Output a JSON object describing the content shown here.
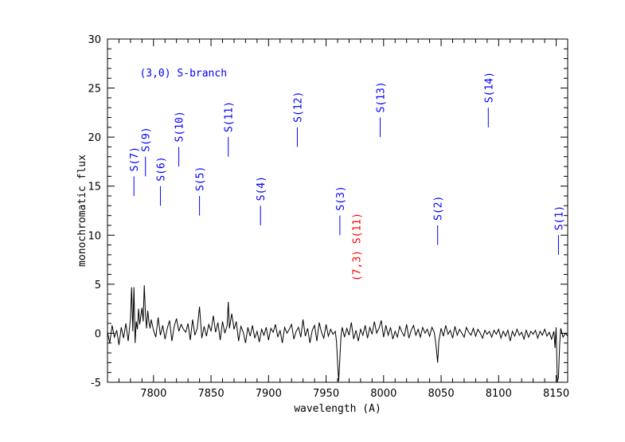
{
  "chart_data": {
    "type": "line",
    "title": "(3,0) S-branch",
    "xlabel": "wavelength (A)",
    "ylabel": "monochromatic flux",
    "xlim": [
      7760,
      8160
    ],
    "ylim": [
      -5,
      30
    ],
    "xticks": [
      7800,
      7850,
      7900,
      7950,
      8000,
      8050,
      8100,
      8150
    ],
    "yticks": [
      -5,
      0,
      5,
      10,
      15,
      20,
      25,
      30
    ],
    "colors": {
      "spectrum": "#000000",
      "primary_markers": "#0000ff",
      "secondary_markers": "#ff0000",
      "title": "#0000ff"
    },
    "line_markers": [
      {
        "label": "S(7)",
        "x": 7783,
        "y_bottom": 14,
        "y_top": 16
      },
      {
        "label": "S(9)",
        "x": 7793,
        "y_bottom": 16,
        "y_top": 18
      },
      {
        "label": "S(6)",
        "x": 7806,
        "y_bottom": 13,
        "y_top": 15
      },
      {
        "label": "S(10)",
        "x": 7822,
        "y_bottom": 17,
        "y_top": 19
      },
      {
        "label": "S(5)",
        "x": 7840,
        "y_bottom": 12,
        "y_top": 14
      },
      {
        "label": "S(11)",
        "x": 7865,
        "y_bottom": 18,
        "y_top": 20
      },
      {
        "label": "S(4)",
        "x": 7893,
        "y_bottom": 11,
        "y_top": 13
      },
      {
        "label": "S(12)",
        "x": 7925,
        "y_bottom": 19,
        "y_top": 21
      },
      {
        "label": "S(3)",
        "x": 7962,
        "y_bottom": 10,
        "y_top": 12
      },
      {
        "label": "S(13)",
        "x": 7997,
        "y_bottom": 20,
        "y_top": 22
      },
      {
        "label": "S(2)",
        "x": 8047,
        "y_bottom": 9,
        "y_top": 11
      },
      {
        "label": "S(14)",
        "x": 8091,
        "y_bottom": 21,
        "y_top": 23
      },
      {
        "label": "S(1)",
        "x": 8152,
        "y_bottom": 8,
        "y_top": 10
      }
    ],
    "secondary_label": {
      "label": "(7,3) S(11)",
      "x": 7981
    },
    "spectrum_points": [
      [
        7760,
        0.1
      ],
      [
        7762,
        -1.0
      ],
      [
        7764,
        0.8
      ],
      [
        7766,
        -0.4
      ],
      [
        7768,
        0.3
      ],
      [
        7770,
        -1.2
      ],
      [
        7772,
        0.6
      ],
      [
        7774,
        -0.5
      ],
      [
        7776,
        1.0
      ],
      [
        7778,
        -0.8
      ],
      [
        7780,
        1.5
      ],
      [
        7781,
        4.7
      ],
      [
        7782,
        0.2
      ],
      [
        7783,
        4.7
      ],
      [
        7784,
        -1.0
      ],
      [
        7785,
        1.2
      ],
      [
        7786,
        0.4
      ],
      [
        7787,
        2.5
      ],
      [
        7788,
        0.9
      ],
      [
        7789,
        1.8
      ],
      [
        7790,
        2.6
      ],
      [
        7791,
        1.2
      ],
      [
        7792,
        4.9
      ],
      [
        7793,
        2.0
      ],
      [
        7794,
        0.5
      ],
      [
        7795,
        2.3
      ],
      [
        7796,
        1.2
      ],
      [
        7797,
        0.5
      ],
      [
        7798,
        1.4
      ],
      [
        7800,
        0.3
      ],
      [
        7802,
        -0.4
      ],
      [
        7804,
        1.6
      ],
      [
        7806,
        -0.2
      ],
      [
        7808,
        0.8
      ],
      [
        7810,
        -0.6
      ],
      [
        7812,
        0.5
      ],
      [
        7814,
        1.3
      ],
      [
        7816,
        -0.8
      ],
      [
        7818,
        0.7
      ],
      [
        7820,
        1.5
      ],
      [
        7822,
        0.2
      ],
      [
        7824,
        0.9
      ],
      [
        7826,
        0.4
      ],
      [
        7828,
        0.1
      ],
      [
        7830,
        1.0
      ],
      [
        7832,
        -0.7
      ],
      [
        7834,
        1.4
      ],
      [
        7836,
        -0.2
      ],
      [
        7838,
        0.5
      ],
      [
        7840,
        2.7
      ],
      [
        7842,
        -0.5
      ],
      [
        7844,
        0.7
      ],
      [
        7846,
        -0.3
      ],
      [
        7848,
        0.9
      ],
      [
        7850,
        0.2
      ],
      [
        7852,
        1.8
      ],
      [
        7854,
        0.1
      ],
      [
        7856,
        1.1
      ],
      [
        7858,
        -0.7
      ],
      [
        7860,
        1.2
      ],
      [
        7862,
        0.0
      ],
      [
        7864,
        0.8
      ],
      [
        7865,
        3.2
      ],
      [
        7866,
        0.5
      ],
      [
        7868,
        2.0
      ],
      [
        7870,
        0.4
      ],
      [
        7872,
        1.2
      ],
      [
        7874,
        -0.8
      ],
      [
        7876,
        0.7
      ],
      [
        7878,
        0.1
      ],
      [
        7880,
        -1.0
      ],
      [
        7882,
        0.6
      ],
      [
        7884,
        -0.3
      ],
      [
        7886,
        0.8
      ],
      [
        7888,
        -0.5
      ],
      [
        7890,
        0.2
      ],
      [
        7892,
        -0.9
      ],
      [
        7894,
        0.4
      ],
      [
        7896,
        -0.2
      ],
      [
        7898,
        0.6
      ],
      [
        7900,
        -0.7
      ],
      [
        7902,
        0.5
      ],
      [
        7904,
        0.1
      ],
      [
        7906,
        0.9
      ],
      [
        7908,
        -0.4
      ],
      [
        7910,
        0.3
      ],
      [
        7912,
        -1.0
      ],
      [
        7914,
        0.6
      ],
      [
        7916,
        0.0
      ],
      [
        7918,
        0.4
      ],
      [
        7920,
        0.9
      ],
      [
        7922,
        -0.6
      ],
      [
        7924,
        0.2
      ],
      [
        7926,
        0.6
      ],
      [
        7928,
        -0.4
      ],
      [
        7930,
        1.4
      ],
      [
        7932,
        -0.3
      ],
      [
        7934,
        0.5
      ],
      [
        7936,
        -1.0
      ],
      [
        7938,
        0.3
      ],
      [
        7940,
        0.8
      ],
      [
        7942,
        -0.8
      ],
      [
        7944,
        1.1
      ],
      [
        7946,
        0.1
      ],
      [
        7948,
        -0.5
      ],
      [
        7950,
        0.9
      ],
      [
        7952,
        -0.3
      ],
      [
        7954,
        0.4
      ],
      [
        7956,
        -0.1
      ],
      [
        7958,
        0.2
      ],
      [
        7959,
        -0.8
      ],
      [
        7960,
        -3.0
      ],
      [
        7961,
        -4.9
      ],
      [
        7962,
        -2.5
      ],
      [
        7963,
        -0.3
      ],
      [
        7964,
        0.6
      ],
      [
        7966,
        -0.4
      ],
      [
        7968,
        0.5
      ],
      [
        7970,
        -0.2
      ],
      [
        7972,
        1.1
      ],
      [
        7974,
        -0.6
      ],
      [
        7976,
        0.3
      ],
      [
        7978,
        -0.8
      ],
      [
        7980,
        0.4
      ],
      [
        7982,
        -0.2
      ],
      [
        7984,
        0.8
      ],
      [
        7986,
        -0.5
      ],
      [
        7988,
        0.6
      ],
      [
        7990,
        -0.1
      ],
      [
        7992,
        1.2
      ],
      [
        7994,
        0.0
      ],
      [
        7996,
        0.5
      ],
      [
        7998,
        1.3
      ],
      [
        8000,
        -0.4
      ],
      [
        8002,
        0.8
      ],
      [
        8004,
        -0.2
      ],
      [
        8006,
        0.6
      ],
      [
        8008,
        -0.6
      ],
      [
        8010,
        0.2
      ],
      [
        8012,
        -0.4
      ],
      [
        8014,
        0.7
      ],
      [
        8016,
        0.1
      ],
      [
        8018,
        -0.3
      ],
      [
        8020,
        0.9
      ],
      [
        8022,
        -0.5
      ],
      [
        8024,
        0.3
      ],
      [
        8026,
        0.8
      ],
      [
        8028,
        -0.2
      ],
      [
        8030,
        0.4
      ],
      [
        8032,
        -0.4
      ],
      [
        8034,
        0.6
      ],
      [
        8036,
        0.0
      ],
      [
        8038,
        0.4
      ],
      [
        8040,
        -0.3
      ],
      [
        8042,
        0.6
      ],
      [
        8044,
        0.1
      ],
      [
        8045,
        -0.7
      ],
      [
        8046,
        -1.8
      ],
      [
        8047,
        -3.0
      ],
      [
        8048,
        -0.8
      ],
      [
        8050,
        0.5
      ],
      [
        8052,
        -0.3
      ],
      [
        8054,
        0.8
      ],
      [
        8056,
        -0.1
      ],
      [
        8058,
        0.3
      ],
      [
        8060,
        -0.5
      ],
      [
        8062,
        0.7
      ],
      [
        8064,
        -0.2
      ],
      [
        8066,
        0.4
      ],
      [
        8068,
        0.0
      ],
      [
        8070,
        -0.4
      ],
      [
        8072,
        0.6
      ],
      [
        8074,
        0.1
      ],
      [
        8076,
        -0.2
      ],
      [
        8078,
        0.5
      ],
      [
        8080,
        -0.3
      ],
      [
        8082,
        0.4
      ],
      [
        8084,
        0.0
      ],
      [
        8086,
        -0.5
      ],
      [
        8088,
        0.3
      ],
      [
        8090,
        -0.1
      ],
      [
        8092,
        0.2
      ],
      [
        8094,
        -0.4
      ],
      [
        8096,
        0.3
      ],
      [
        8098,
        -0.1
      ],
      [
        8100,
        0.4
      ],
      [
        8102,
        -0.5
      ],
      [
        8104,
        0.2
      ],
      [
        8106,
        -0.3
      ],
      [
        8108,
        0.3
      ],
      [
        8110,
        -0.8
      ],
      [
        8112,
        0.2
      ],
      [
        8114,
        -0.3
      ],
      [
        8116,
        0.4
      ],
      [
        8118,
        -0.2
      ],
      [
        8120,
        0.1
      ],
      [
        8122,
        -0.6
      ],
      [
        8124,
        0.3
      ],
      [
        8126,
        -0.4
      ],
      [
        8128,
        0.2
      ],
      [
        8130,
        -0.1
      ],
      [
        8132,
        0.3
      ],
      [
        8134,
        -0.5
      ],
      [
        8136,
        0.2
      ],
      [
        8138,
        -0.2
      ],
      [
        8140,
        0.4
      ],
      [
        8142,
        -0.3
      ],
      [
        8144,
        0.1
      ],
      [
        8146,
        -0.6
      ],
      [
        8148,
        0.2
      ],
      [
        8149,
        -1.5
      ],
      [
        8150,
        0.6
      ],
      [
        8151,
        -5.0
      ],
      [
        8152,
        -4.5
      ],
      [
        8153,
        -1.2
      ],
      [
        8154,
        0.5
      ],
      [
        8156,
        -0.4
      ],
      [
        8158,
        0.0
      ],
      [
        8160,
        -0.3
      ]
    ]
  }
}
